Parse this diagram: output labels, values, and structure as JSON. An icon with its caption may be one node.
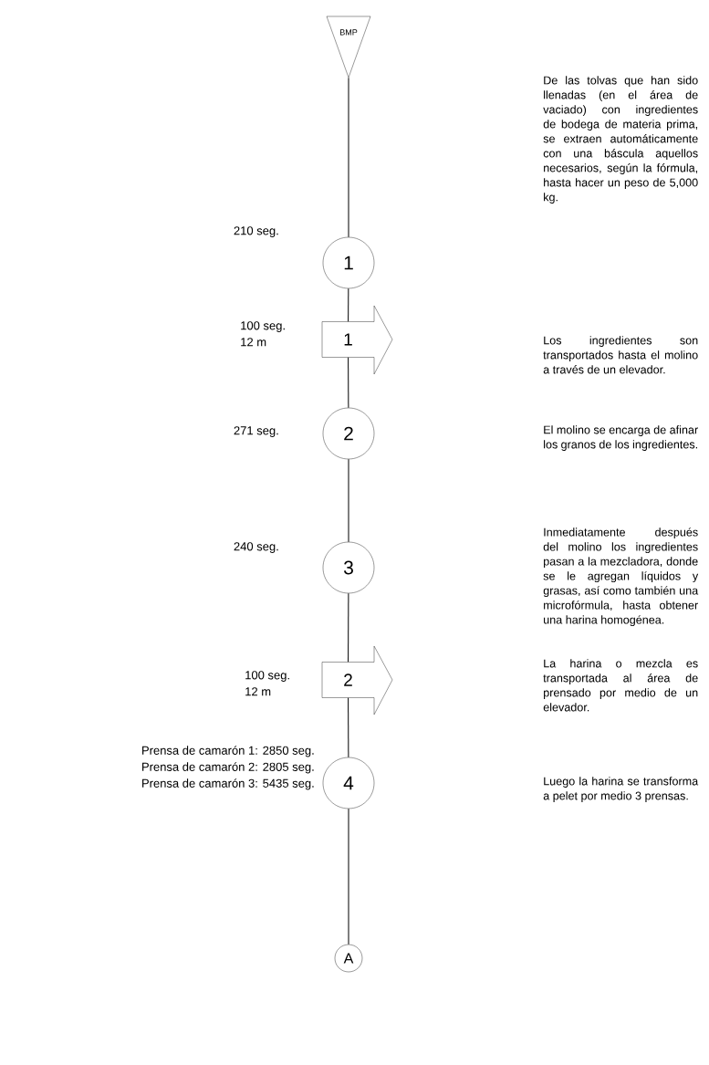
{
  "diagram": {
    "nodes": [
      {
        "text": [
          "BMP"
        ]
      },
      {
        "text": [
          "1"
        ],
        "beside": [
          "210 seg."
        ]
      },
      {
        "text": [
          "1"
        ],
        "beside": [
          "100 seg.",
          "12 m"
        ]
      },
      {
        "text": [
          "2"
        ],
        "beside": [
          "271 seg."
        ]
      },
      {
        "text": [
          "3"
        ],
        "beside": [
          "240 seg."
        ]
      },
      {
        "text": [
          "2"
        ],
        "beside": [
          "100 seg.",
          "12 m"
        ]
      },
      {
        "text": [
          "4"
        ],
        "beside": [
          "Prensa de camarón 1: 2850 seg.",
          "Prensa de camarón 2: 2805 seg.",
          "Prensa de camarón 3: 5435 seg."
        ]
      },
      {
        "text": [
          "A"
        ]
      }
    ],
    "edges": [
      {
        "from": 0,
        "to": 1,
        "arrow": "none"
      },
      {
        "from": 1,
        "to": 2,
        "arrow": "none"
      },
      {
        "from": 2,
        "to": 3,
        "arrow": "none"
      },
      {
        "from": 3,
        "to": 4,
        "arrow": "none"
      },
      {
        "from": 4,
        "to": 5,
        "arrow": "none"
      },
      {
        "from": 5,
        "to": 6,
        "arrow": "none"
      },
      {
        "from": 6,
        "to": 7,
        "arrow": "none"
      }
    ],
    "labels": [
      "De las tolvas que han sido llenadas (en el área de vaciado) con ingredientes de bodega de materia prima, se extraen automáticamente con una báscula aquellos necesarios, según la fórmula, hasta hacer un peso de 5,000 kg.",
      "Los ingredientes son transportados hasta el molino a través de un elevador.",
      "El molino se encarga de afinar los granos de los ingredientes.",
      "Inmediatamente después del molino los ingredientes pasan a la mezcladora, donde se le agregan líquidos y grasas, así como también una microfórmula, hasta obtener una harina homogénea.",
      "La harina o mezcla es transportada al área de prensado por medio de un elevador.",
      "Luego la harina se transforma a pelet por medio 3 prensas."
    ]
  }
}
